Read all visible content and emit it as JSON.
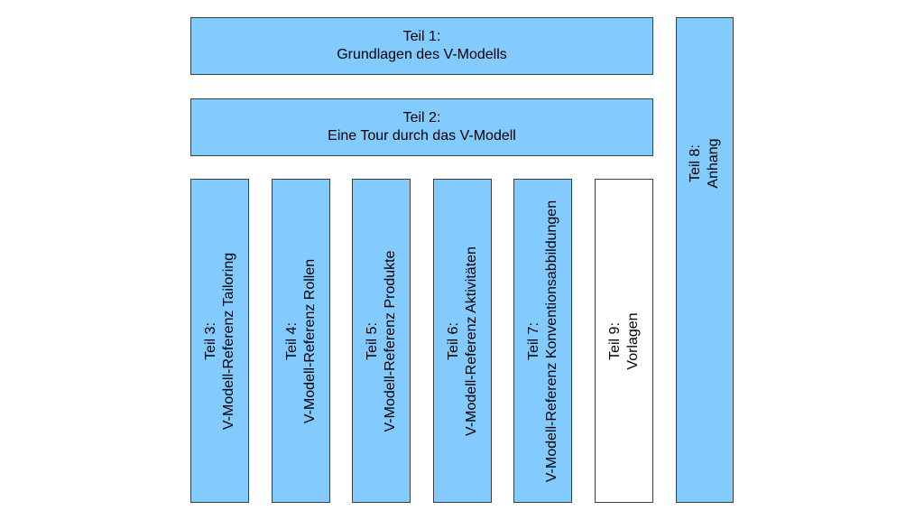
{
  "parts": {
    "p1": {
      "line1": "Teil 1:",
      "line2": "Grundlagen des V-Modells"
    },
    "p2": {
      "line1": "Teil 2:",
      "line2": "Eine Tour durch das V-Modell"
    },
    "p3": {
      "line1": "Teil 3:",
      "line2": "V-Modell-Referenz Tailoring"
    },
    "p4": {
      "line1": "Teil 4:",
      "line2": "V-Modell-Referenz Rollen"
    },
    "p5": {
      "line1": "Teil 5:",
      "line2": "V-Modell-Referenz Produkte"
    },
    "p6": {
      "line1": "Teil 6:",
      "line2": "V-Modell-Referenz Aktivitäten"
    },
    "p7": {
      "line1": "Teil 7:",
      "line2": "V-Modell-Referenz Konventionsabbildungen"
    },
    "p9": {
      "line1": "Teil 9:",
      "line2": "Vorlagen"
    },
    "p8": {
      "line1": "Teil 8:",
      "line2": "Anhang"
    }
  },
  "colors": {
    "fill": "#83caff",
    "border": "#3f3f3f",
    "highlight_fill": "#ffffff"
  }
}
